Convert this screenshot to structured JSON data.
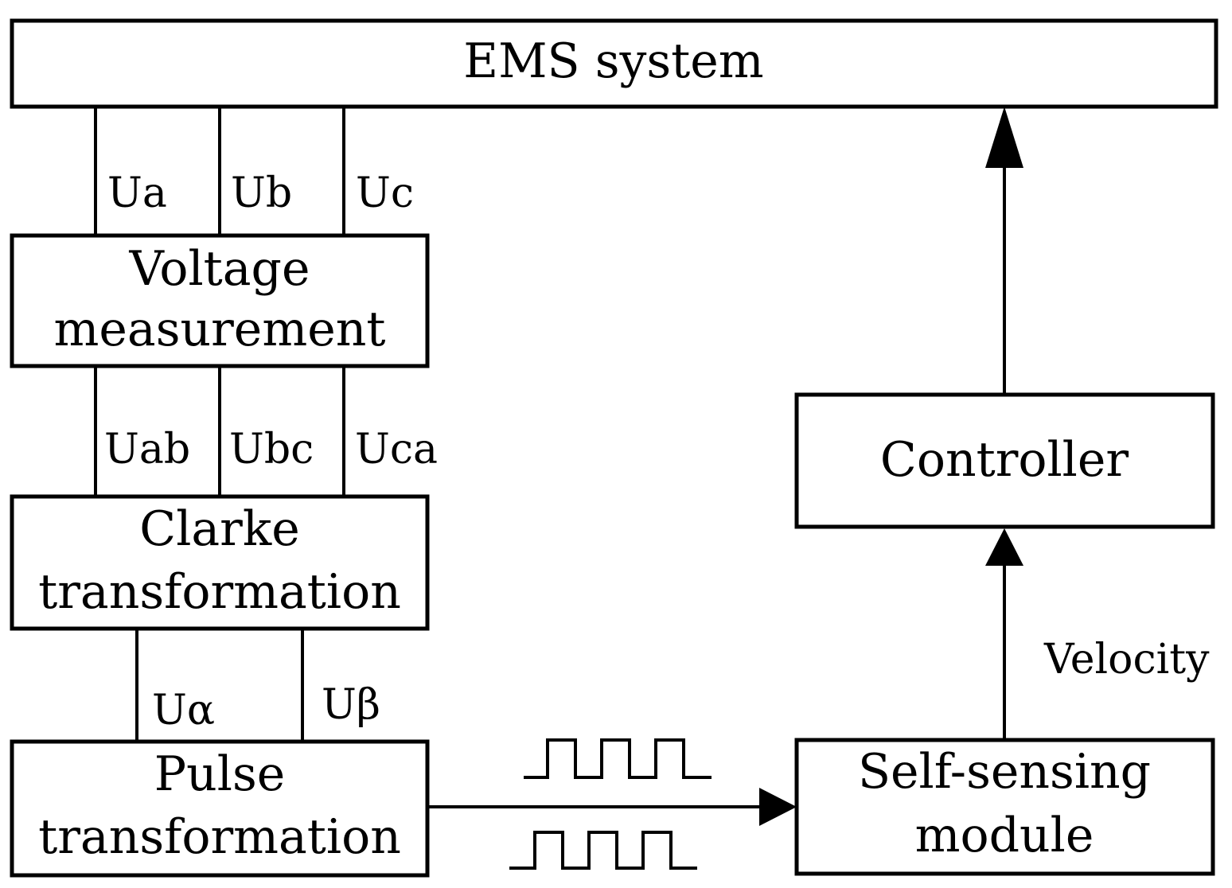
{
  "blocks": {
    "ems": "EMS system",
    "voltage": [
      "Voltage",
      "measurement"
    ],
    "clarke": [
      "Clarke",
      "transformation"
    ],
    "pulse": [
      "Pulse",
      "transformation"
    ],
    "controller": "Controller",
    "selfsensing": [
      "Self-sensing",
      "module"
    ]
  },
  "signals": {
    "phase": [
      "Ua",
      "Ub",
      "Uc"
    ],
    "line": [
      "Uab",
      "Ubc",
      "Uca"
    ],
    "alpha": "Uα",
    "beta": "Uβ",
    "velocity": "Velocity"
  }
}
